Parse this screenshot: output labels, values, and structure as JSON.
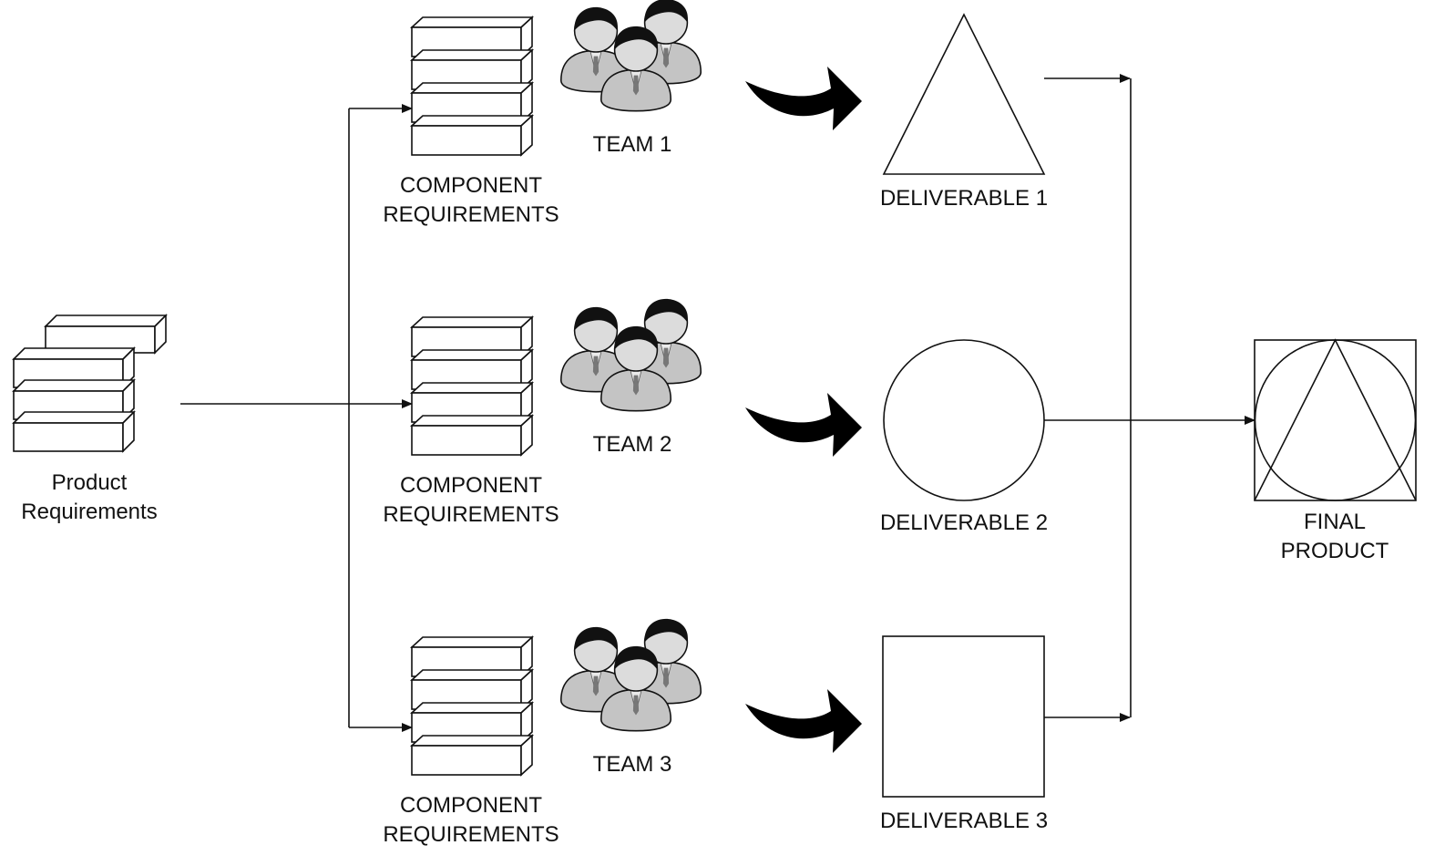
{
  "source": {
    "label_line1": "Product",
    "label_line2": "Requirements"
  },
  "components": [
    {
      "label_line1": "COMPONENT",
      "label_line2": "REQUIREMENTS"
    },
    {
      "label_line1": "COMPONENT",
      "label_line2": "REQUIREMENTS"
    },
    {
      "label_line1": "COMPONENT",
      "label_line2": "REQUIREMENTS"
    }
  ],
  "teams": [
    {
      "label": "TEAM 1",
      "icon": "team-people-icon"
    },
    {
      "label": "TEAM 2",
      "icon": "team-people-icon"
    },
    {
      "label": "TEAM 3",
      "icon": "team-people-icon"
    }
  ],
  "deliverables": [
    {
      "label": "DELIVERABLE 1",
      "shape": "triangle"
    },
    {
      "label": "DELIVERABLE 2",
      "shape": "circle"
    },
    {
      "label": "DELIVERABLE 3",
      "shape": "square"
    }
  ],
  "final": {
    "label_line1": "FINAL",
    "label_line2": "PRODUCT",
    "shape": "square-circle-triangle"
  },
  "colors": {
    "stroke": "#111111",
    "arrow_fill": "#000000",
    "person_body": "#c8c8c8",
    "person_face": "#dcdcdc",
    "person_hair": "#111111"
  }
}
